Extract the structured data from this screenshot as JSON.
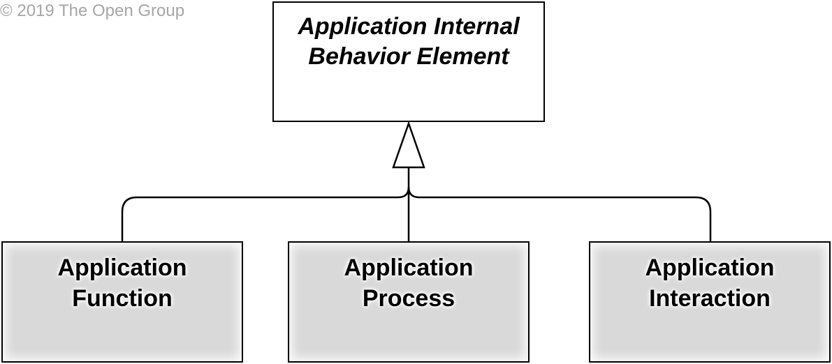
{
  "copyright": "© 2019 The Open Group",
  "diagram": {
    "parent": {
      "line1": "Application Internal",
      "line2": "Behavior Element"
    },
    "children": [
      {
        "line1": "Application",
        "line2": "Function"
      },
      {
        "line1": "Application",
        "line2": "Process"
      },
      {
        "line1": "Application",
        "line2": "Interaction"
      }
    ],
    "relationship": "specialization"
  },
  "colors": {
    "line": "#000000",
    "parent_fill": "#ffffff",
    "child_fill": "#d9d9d9",
    "copyright_text": "#a6a6a6"
  }
}
